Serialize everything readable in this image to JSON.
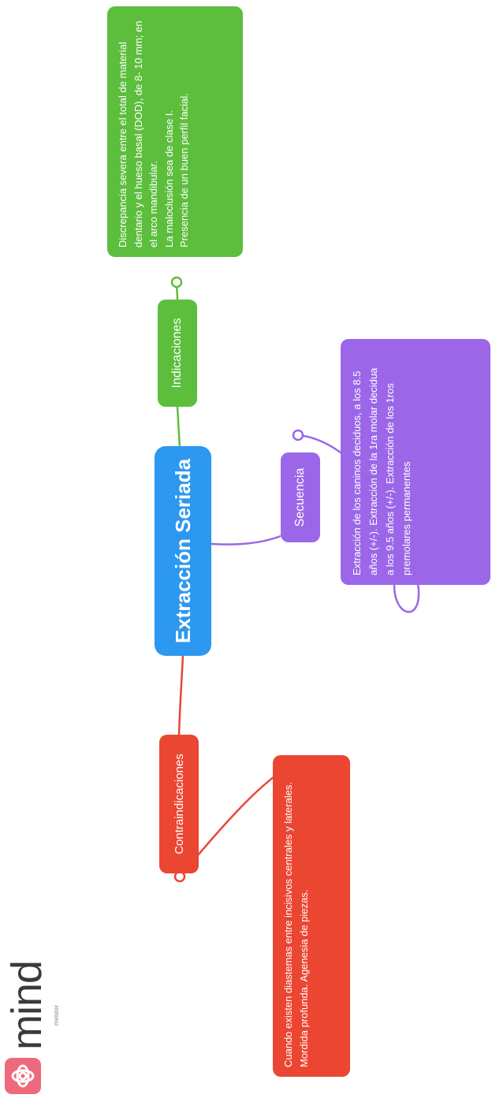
{
  "logo": {
    "word": "mind",
    "sub": "meister",
    "mark_color": "#ec6a7b",
    "mark_icon": "mindmeister-knot-icon"
  },
  "central": {
    "label": "Extracción Seriada",
    "color": "#2c98f0"
  },
  "branches": [
    {
      "label": "Indicaciones",
      "color": "#5dbe3d",
      "detail": "Discrepancia severa entre el total de material dentario y el hueso basal (DOD), de 8- 10 mm; en el arco mandibular.\nLa maloclusión sea de clase I.\nPresencia de un buen perfil facial."
    },
    {
      "label": "Secuencia",
      "color": "#9b67e8",
      "detail": "Extracción de los caninos deciduos, a los 8.5\naños (+/-). Extracción de la 1ra molar decidua\na los 9.5 años (+/-). Extracción de los 1ros\npremolares permanentes"
    },
    {
      "label": "Contraindicaciones",
      "color": "#eb4632",
      "detail": "Cuando existen diastemas entre incisivos centrales y laterales. Mordida profunda. Agenesia de piezas."
    }
  ]
}
